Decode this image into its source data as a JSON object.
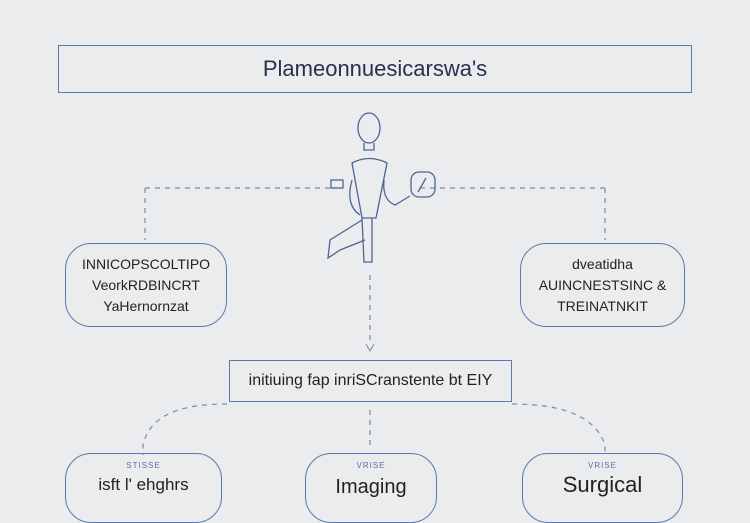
{
  "title": "Plameonnuesicarswa's",
  "left_box": {
    "lines": [
      "INNICOPSCOLTIPO",
      "VeorkRDBINCRT",
      "YaHernornzat"
    ]
  },
  "right_box": {
    "lines": [
      "dveatidha",
      "AUINCNESTSINC &",
      "TREINATNKIT"
    ]
  },
  "middle_box": {
    "label": "initiuing fap inriSCranstente bt EIY"
  },
  "bottom_boxes": [
    {
      "tag": "STISSE",
      "label": "isft l' ehghrs"
    },
    {
      "tag": "VRISE",
      "label": "Imaging"
    },
    {
      "tag": "VRISE",
      "label": "Surgical"
    }
  ],
  "colors": {
    "line": "#5a7bb0",
    "background": "#ebecee"
  }
}
